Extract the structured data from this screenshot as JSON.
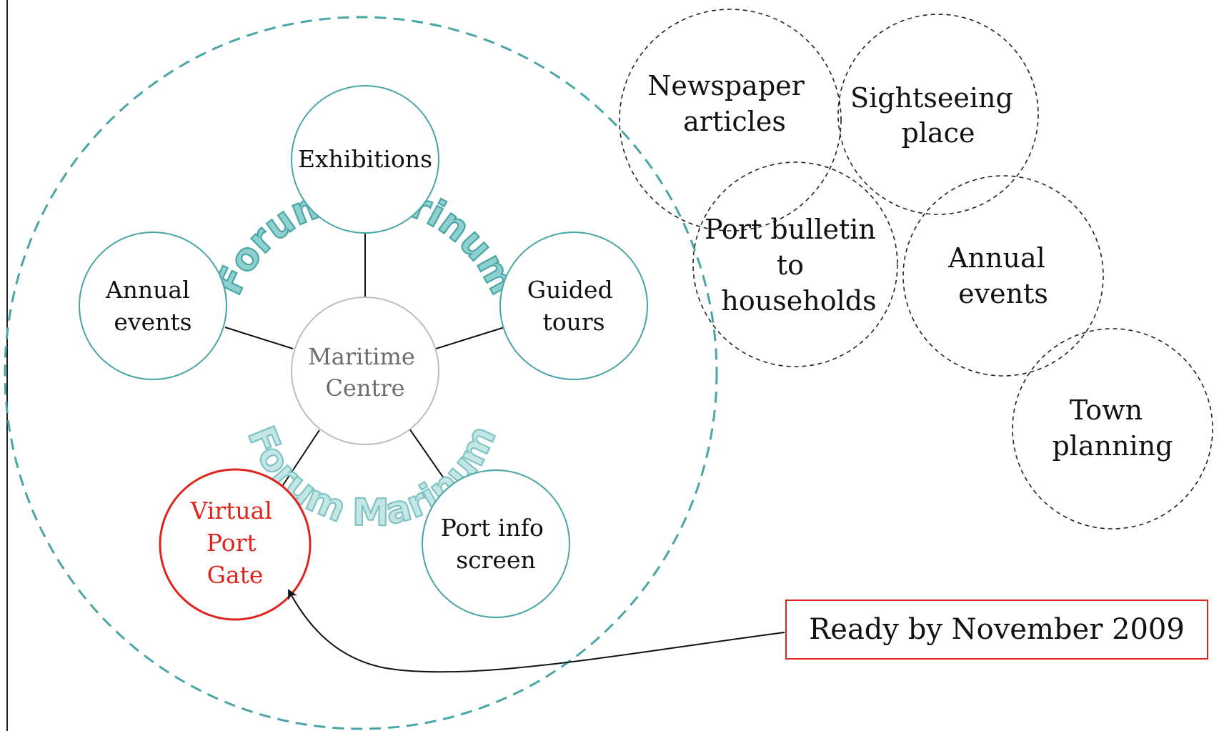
{
  "colors": {
    "teal": "#4aa6a6",
    "red": "#e0241b",
    "gray": "#bdbdbd",
    "arc_text_fill_top": "#8fd0d0",
    "arc_text_fill_bottom": "#c4e6e6"
  },
  "forum": {
    "arc_title_top": "Forum Marinum",
    "arc_title_bottom": "Forum Marinum",
    "center": {
      "lines": [
        "Maritime",
        "Centre"
      ]
    },
    "nodes": [
      {
        "id": "exhibitions",
        "lines": [
          "Exhibitions"
        ]
      },
      {
        "id": "guided-tours",
        "lines": [
          "Guided",
          "tours"
        ]
      },
      {
        "id": "port-info-screen",
        "lines": [
          "Port info",
          "screen"
        ]
      },
      {
        "id": "virtual-port-gate",
        "lines": [
          "Virtual",
          "Port",
          "Gate"
        ]
      },
      {
        "id": "annual-events",
        "lines": [
          "Annual",
          "events"
        ]
      }
    ]
  },
  "external": [
    {
      "id": "newspaper-articles",
      "lines": [
        "Newspaper",
        "articles"
      ]
    },
    {
      "id": "sightseeing-place",
      "lines": [
        "Sightseeing",
        "place"
      ]
    },
    {
      "id": "port-bulletin",
      "lines": [
        "Port bulletin",
        "to",
        "households"
      ]
    },
    {
      "id": "annual-events-ext",
      "lines": [
        "Annual",
        "events"
      ]
    },
    {
      "id": "town-planning",
      "lines": [
        "Town",
        "planning"
      ]
    }
  ],
  "callout": {
    "text": "Ready by November 2009"
  }
}
